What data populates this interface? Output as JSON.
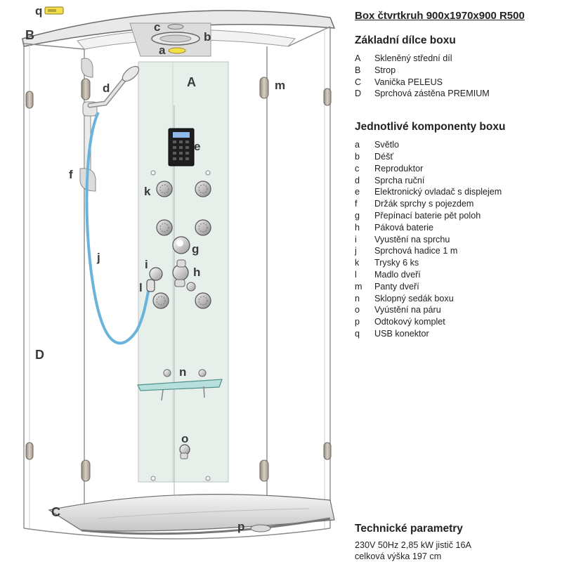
{
  "title": "Box čtvrtkruh 900x1970x900 R500",
  "basic_parts": {
    "heading": "Základní dílce boxu",
    "items": [
      {
        "key": "A",
        "label": "Skleněný střední díl"
      },
      {
        "key": "B",
        "label": "Strop"
      },
      {
        "key": "C",
        "label": "Vanička PELEUS"
      },
      {
        "key": "D",
        "label": "Sprchová zástěna PREMIUM"
      }
    ]
  },
  "components": {
    "heading": "Jednotlivé komponenty boxu",
    "items": [
      {
        "key": "a",
        "label": "Světlo"
      },
      {
        "key": "b",
        "label": "Déšť"
      },
      {
        "key": "c",
        "label": "Reproduktor"
      },
      {
        "key": "d",
        "label": "Sprcha ruční"
      },
      {
        "key": "e",
        "label": "Elektronický ovladač s displejem"
      },
      {
        "key": "f",
        "label": "Držák sprchy s pojezdem"
      },
      {
        "key": "g",
        "label": "Přepínací baterie pět poloh"
      },
      {
        "key": "h",
        "label": "Páková baterie"
      },
      {
        "key": "i",
        "label": "Vyustění na sprchu"
      },
      {
        "key": "j",
        "label": "Sprchová hadice 1 m"
      },
      {
        "key": "k",
        "label": "Trysky 6 ks"
      },
      {
        "key": "l",
        "label": "Madlo dveří"
      },
      {
        "key": "m",
        "label": "Panty dveří"
      },
      {
        "key": "n",
        "label": "Sklopný sedák boxu"
      },
      {
        "key": "o",
        "label": "Vyústění na páru"
      },
      {
        "key": "p",
        "label": "Odtokový komplet"
      },
      {
        "key": "q",
        "label": "USB konektor"
      }
    ]
  },
  "technical": {
    "heading": "Technické parametry",
    "lines": [
      "230V 50Hz 2,85 kW jistič 16A",
      "celková výška 197 cm"
    ]
  },
  "colors": {
    "glass_panel": "#e6efea",
    "hose": "#6ab4dc",
    "hinge": "#b8b0a2",
    "light": "#f2df4a",
    "frame": "#7f7f7f",
    "shelf": "#b7e0dc"
  }
}
